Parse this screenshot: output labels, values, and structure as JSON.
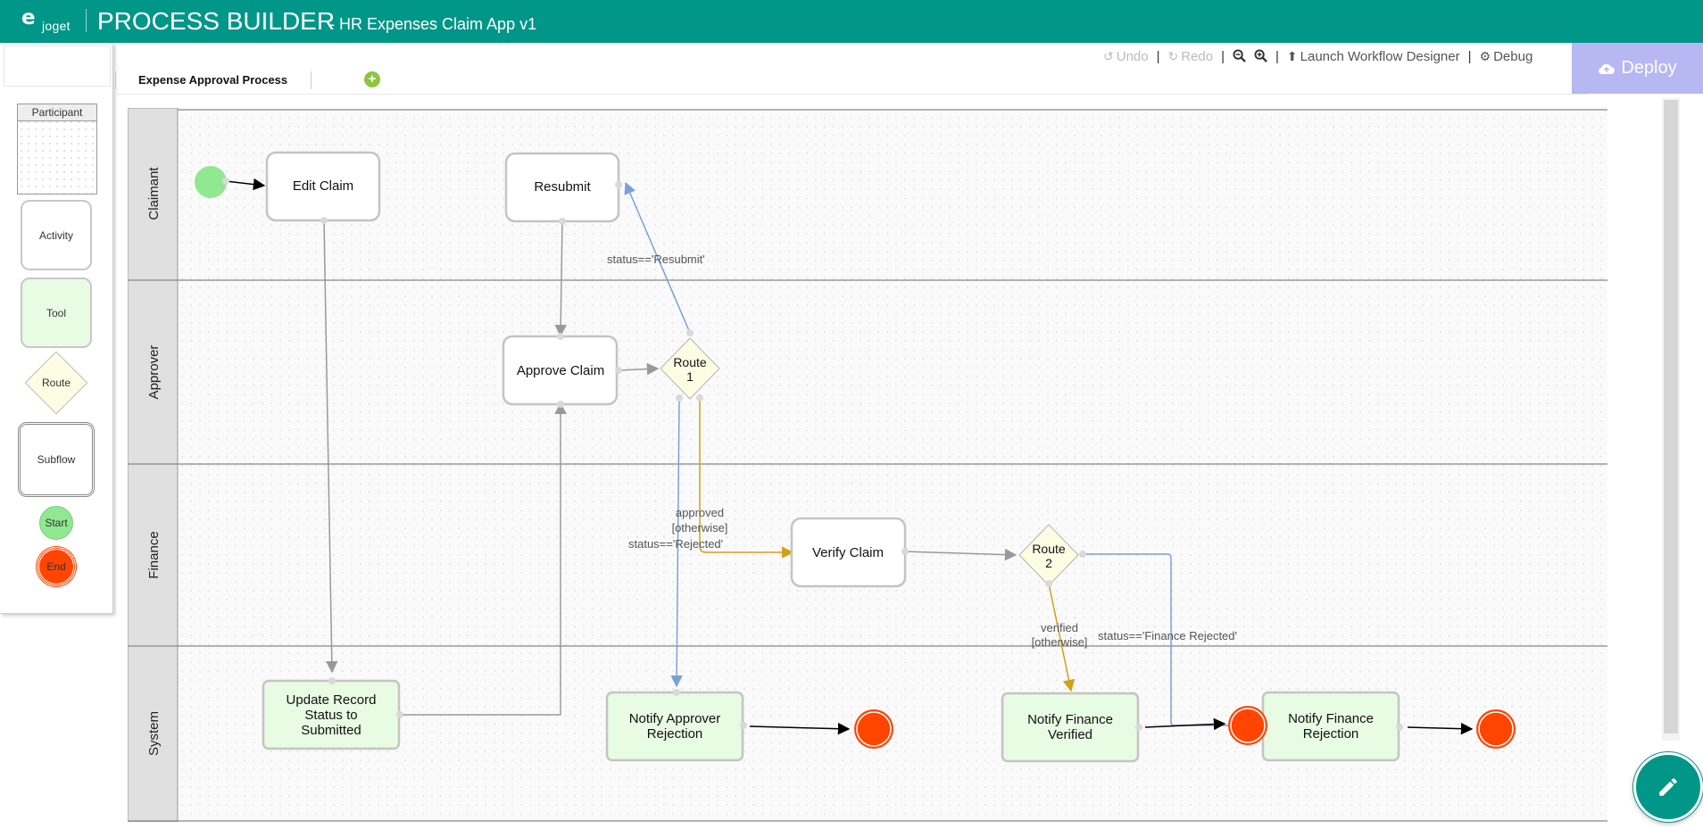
{
  "header": {
    "logo_text": "joget",
    "title": "PROCESS BUILDER",
    "subtitle": "- HR Expenses Claim App v1"
  },
  "palette": {
    "participant": "Participant",
    "activity": "Activity",
    "tool": "Tool",
    "route": "Route",
    "subflow": "Subflow",
    "start": "Start",
    "end": "End"
  },
  "toolbar": {
    "undo": "Undo",
    "redo": "Redo",
    "separator": "|",
    "launch": "Launch Workflow Designer",
    "debug": "Debug",
    "deploy": "Deploy"
  },
  "tabs": {
    "process_name": "Expense Approval Process",
    "add_icon": "plus-icon"
  },
  "colors": {
    "header": "#009688",
    "tool_fill": "#e8fbe3",
    "start_fill": "#90e890",
    "end_fill": "#ff4500",
    "route_fill": "#fdfde4",
    "flow_default": "#999999",
    "flow_blue": "#7aa0d8",
    "flow_orange": "#d4a017",
    "flow_black": "#000000",
    "deploy_bg": "#b7b7f4"
  },
  "swimlanes": [
    {
      "name": "Claimant"
    },
    {
      "name": "Approver"
    },
    {
      "name": "Finance"
    },
    {
      "name": "System"
    }
  ],
  "nodes": {
    "edit_claim": "Edit Claim",
    "resubmit": "Resubmit",
    "approve_claim": "Approve Claim",
    "route1": [
      "Route",
      "1"
    ],
    "verify_claim": "Verify Claim",
    "route2": [
      "Route",
      "2"
    ],
    "update_record": [
      "Update Record",
      "Status to",
      "Submitted"
    ],
    "notify_approver_rejection": [
      "Notify Approver",
      "Rejection"
    ],
    "notify_finance_verified": [
      "Notify Finance",
      "Verified"
    ],
    "notify_finance_rejection": [
      "Notify Finance",
      "Rejection"
    ]
  },
  "conditions": {
    "resubmit": "status=='Resubmit'",
    "approved": [
      "approved",
      "[otherwise]"
    ],
    "rejected": "status=='Rejected'",
    "verified": [
      "verified",
      "[otherwise]"
    ],
    "finance_rejected": "status=='Finance Rejected'"
  },
  "icons": {
    "undo": "undo-icon",
    "redo": "redo-icon",
    "zoom_out": "zoom-out-icon",
    "zoom_in": "zoom-in-icon",
    "launch": "upload-icon",
    "debug": "gear-icon",
    "deploy": "cloud-upload-icon",
    "fab": "pencil-icon"
  }
}
